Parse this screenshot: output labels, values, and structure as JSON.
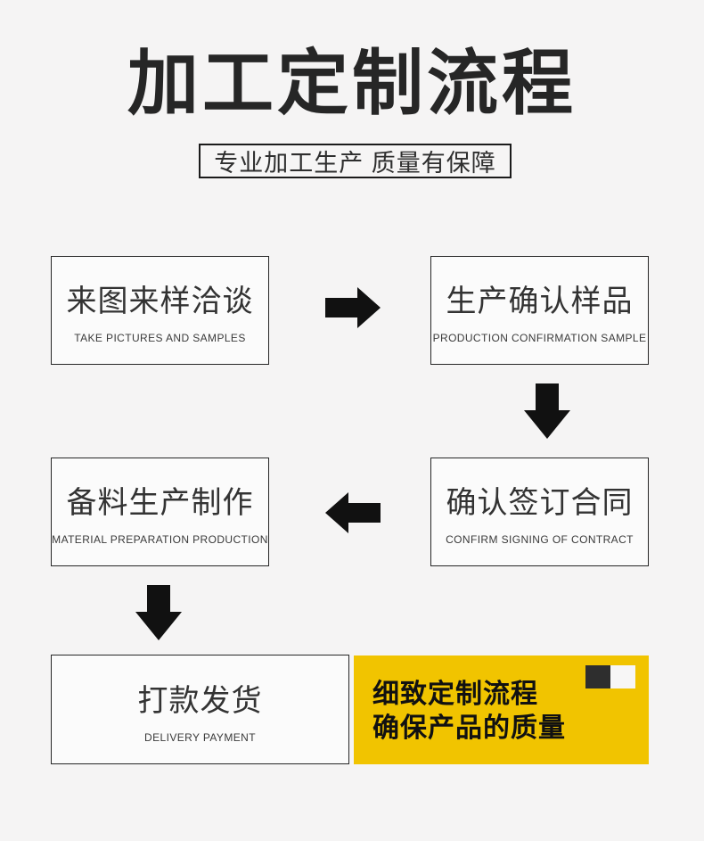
{
  "header": {
    "title": "加工定制流程",
    "subtitle": "专业加工生产 质量有保障"
  },
  "flow": {
    "steps": [
      {
        "cn": "来图来样洽谈",
        "en": "TAKE PICTURES AND SAMPLES"
      },
      {
        "cn": "生产确认样品",
        "en": "PRODUCTION CONFIRMATION SAMPLE"
      },
      {
        "cn": "确认签订合同",
        "en": "CONFIRM SIGNING OF CONTRACT"
      },
      {
        "cn": "备料生产制作",
        "en": "MATERIAL PREPARATION PRODUCTION"
      },
      {
        "cn": "打款发货",
        "en": "DELIVERY PAYMENT"
      }
    ],
    "arrows": [
      {
        "direction": "right",
        "from": 1,
        "to": 2
      },
      {
        "direction": "down",
        "from": 2,
        "to": 3
      },
      {
        "direction": "left",
        "from": 3,
        "to": 4
      },
      {
        "direction": "down",
        "from": 4,
        "to": 5
      }
    ]
  },
  "callout": {
    "line1": "细致定制流程",
    "line2": "确保产品的质量"
  },
  "colors": {
    "page_background": "#f5f4f4",
    "box_background": "#fbfbfb",
    "box_border": "#262626",
    "arrow": "#111111",
    "callout_background": "#f1c400",
    "callout_text": "#111111",
    "deco_square_dark": "#2e2e2e",
    "deco_square_light": "#f7f6f6"
  }
}
